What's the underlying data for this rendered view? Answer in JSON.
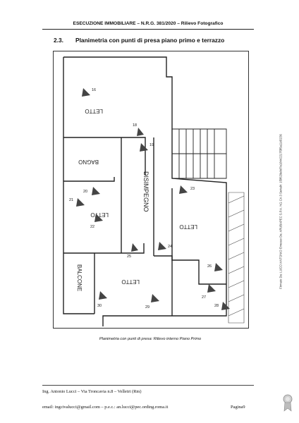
{
  "header": {
    "title": "ESECUZIONE IMMOBILIARE – N.R.G. 381/2020 – Rilievo Fotografico"
  },
  "section": {
    "number": "2.3.",
    "title": "Planimetria con punti di presa piano primo e terrazzo"
  },
  "plan": {
    "room_labels": {
      "letto_top": "LETTO",
      "bagno": "BAGNO",
      "disimpegno": "DISIMPEGNO",
      "letto_left": "LETTO",
      "letto_right": "LETTO",
      "balcone": "BALCONE",
      "letto_bottom": "LETTO"
    },
    "photo_points": [
      "16",
      "18",
      "19",
      "20",
      "21",
      "22",
      "23",
      "24",
      "25",
      "26",
      "27",
      "28",
      "29",
      "30"
    ]
  },
  "caption": "Planimetria con punti di presa: Rilievo interno Piano Primo",
  "footer": {
    "address": "Ing. Antonio Lucci – Via Troncavia n.8 – Velletri (Rm)",
    "email": "email: ingcivalucci@gmail.com – p.e.c.: an.lucci@pec.ording.roma.it",
    "page": "Pagina9"
  },
  "side_stamp": "Firmato Da: LUCCI ANTONIO Emesso Da: ARUBAPEC S.P.A. NG CA 3 Serial#: 1f3f629ebd7e18442217f3f5a11d0236",
  "icons": [
    "camera-point-icon",
    "seal-icon"
  ]
}
